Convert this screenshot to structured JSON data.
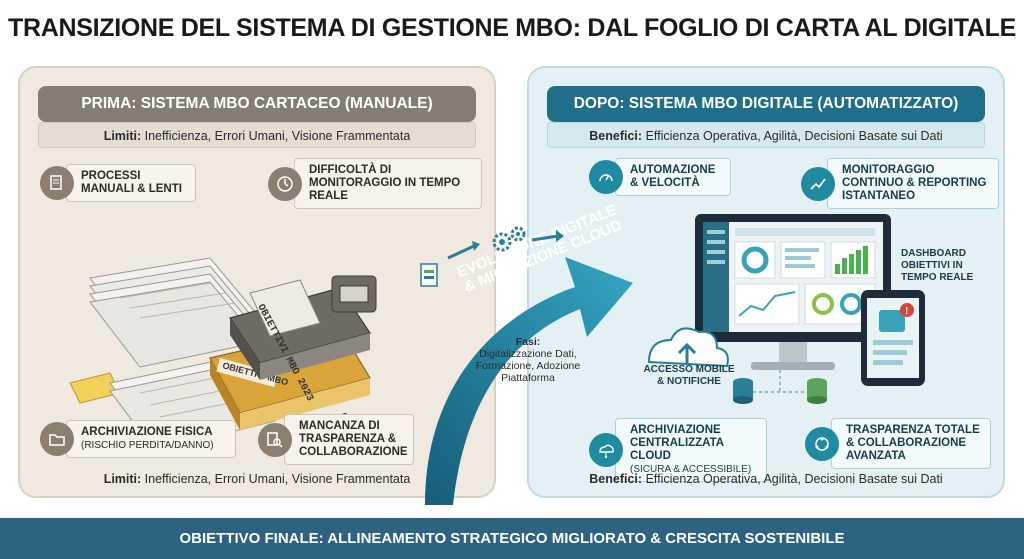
{
  "title": "TRANSIZIONE DEL SISTEMA DI GESTIONE MBO: DAL FOGLIO DI CARTA AL DIGITALE",
  "left": {
    "header": "PRIMA: SISTEMA MBO CARTACEO (MANUALE)",
    "limits_label": "Limiti:",
    "limits_text": "Inefficienza, Errori Umani, Visione Frammentata",
    "badges": {
      "processi": "PROCESSI MANUALI & LENTI",
      "monitoraggio": "DIFFICOLTÀ DI MONITORAGGIO IN TEMPO REALE",
      "archiviazione": "ARCHIVIAZIONE FISICA",
      "archiviazione_sub": "(RISCHIO PERDITA/DANNO)",
      "trasparenza": "MANCANZA DI TRASPARENZA & COLLABORAZIONE"
    },
    "binder_label_1": "OBIETTIVI MBO 2023",
    "binder_label_2": "OBIETTIVI MBO"
  },
  "right": {
    "header": "DOPO: SISTEMA MBO DIGITALE (AUTOMATIZZATO)",
    "benefits_label": "Benefici:",
    "benefits_text": "Efficienza Operativa, Agilità, Decisioni Basate sui Dati",
    "badges": {
      "automazione": "AUTOMAZIONE & VELOCITÀ",
      "monitoraggio": "MONITORAGGIO CONTINUO & REPORTING ISTANTANEO",
      "archiviazione": "ARCHIVIAZIONE CENTRALIZZATA CLOUD",
      "archiviazione_sub": "(SICURA & ACCESSIBILE)",
      "trasparenza": "TRASPARENZA TOTALE & COLLABORAZIONE AVANZATA"
    },
    "dashboard_label": "DASHBOARD OBIETTIVI IN TEMPO REALE",
    "mobile_label": "ACCESSO MOBILE & NOTIFICHE"
  },
  "arrow": {
    "line1": "EVOLUZIONE DIGITALE",
    "line2": "& MIGRAZIONE CLOUD",
    "fasi_label": "Fasi:",
    "fasi_text": "Digitalizzazione Dati, Formazione, Adozione Piattaforma"
  },
  "footer": "OBIETTIVO FINALE: ALLINEAMENTO STRATEGICO MIGLIORATO & CRESCITA SOSTENIBILE",
  "colors": {
    "left_panel": "#efe9df",
    "left_header": "#857d72",
    "right_panel": "#e3f1f4",
    "right_header": "#1f6f8b",
    "arrow": "#1f7fa0",
    "footer": "#2d6380"
  }
}
